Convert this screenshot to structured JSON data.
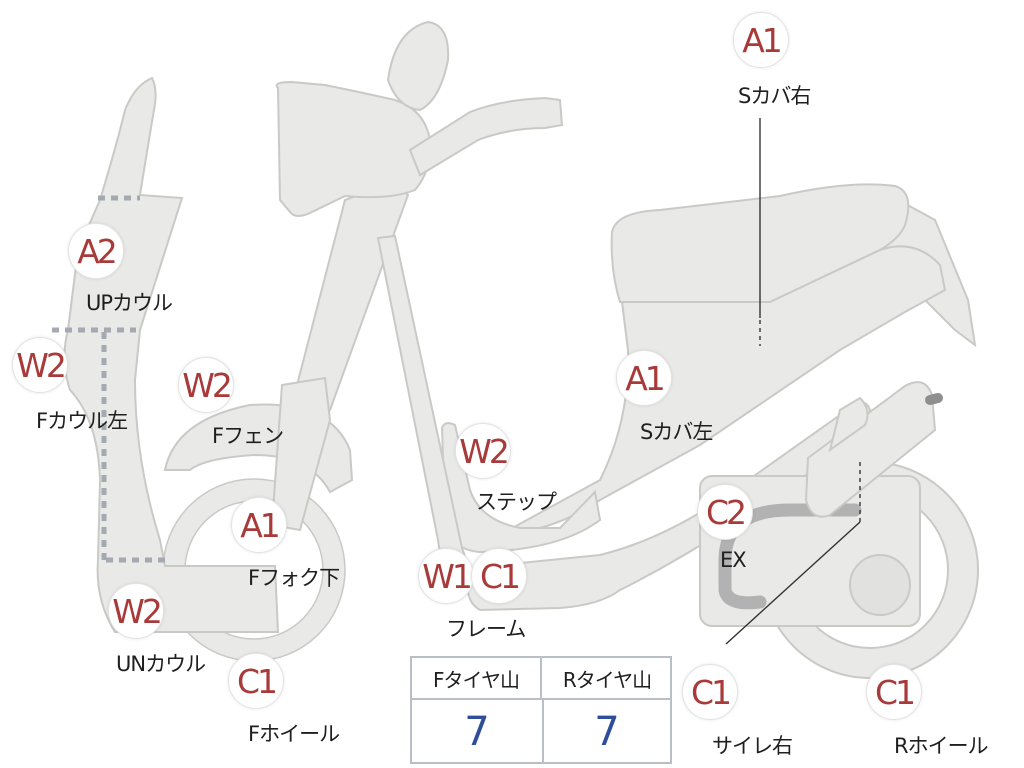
{
  "parts": [
    {
      "id": "seat-cover-right",
      "code": "A1",
      "label": "Sカバ右"
    },
    {
      "id": "upper-cowl",
      "code": "A2",
      "label": "UPカウル"
    },
    {
      "id": "front-cowl-left",
      "code": "W2",
      "label": "Fカウル左"
    },
    {
      "id": "front-fender",
      "code": "W2",
      "label": "Fフェン"
    },
    {
      "id": "seat-cover-left",
      "code": "A1",
      "label": "Sカバ左"
    },
    {
      "id": "step",
      "code": "W2",
      "label": "ステップ"
    },
    {
      "id": "front-fork-lower",
      "code": "A1",
      "label": "Fフォク下"
    },
    {
      "id": "exhaust",
      "code": "C2",
      "label": "EX"
    },
    {
      "id": "frame",
      "codes": [
        "W1",
        "C1"
      ],
      "label": "フレーム"
    },
    {
      "id": "under-cowl",
      "code": "W2",
      "label": "UNカウル"
    },
    {
      "id": "front-wheel",
      "code": "C1",
      "label": "Fホイール"
    },
    {
      "id": "silencer-right",
      "code": "C1",
      "label": "サイレ右"
    },
    {
      "id": "rear-wheel",
      "code": "C1",
      "label": "Rホイール"
    }
  ],
  "tread_table": {
    "headers": [
      "Fタイヤ山",
      "Rタイヤ山"
    ],
    "values": [
      "7",
      "7"
    ]
  },
  "colors": {
    "part_fill": "#e9e9e7",
    "part_outline": "#c9c9c6",
    "grade_code": "#a83a3a",
    "tread_value": "#2f4e9a",
    "cowl_divider": "#a4a9b2"
  }
}
